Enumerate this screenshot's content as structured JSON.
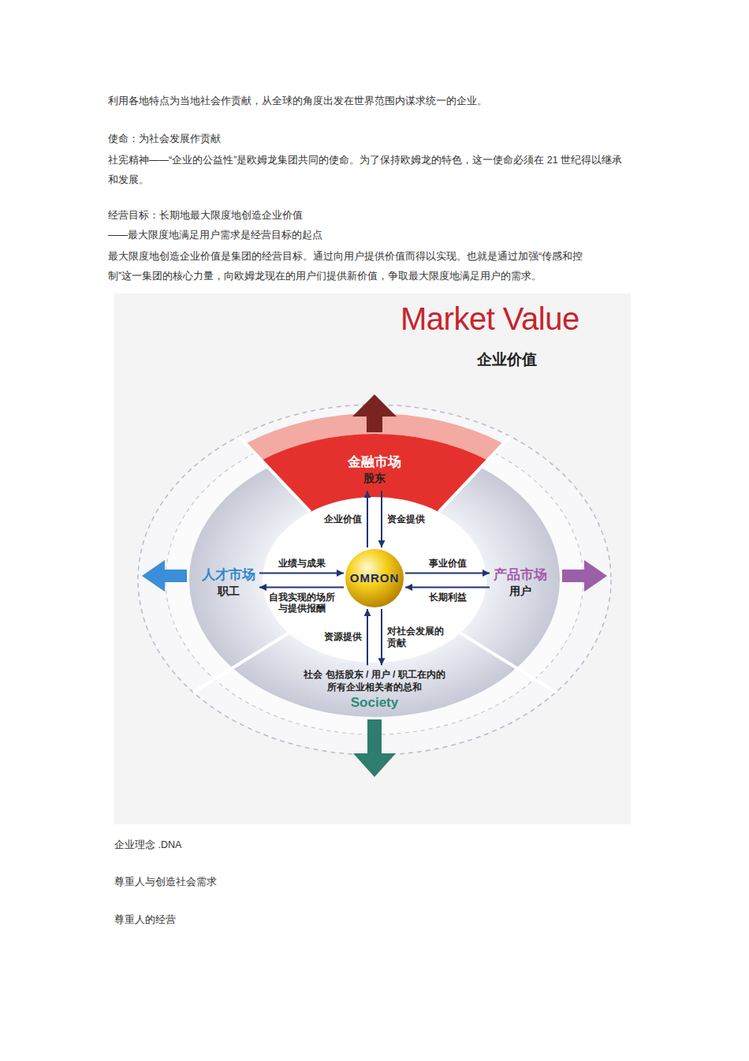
{
  "diagram": {
    "title": "Market Value",
    "nodes": [
      {
        "text": [
          "金融市场",
          "股东"
        ]
      },
      {
        "text": [
          "人才市场",
          "职工"
        ]
      },
      {
        "text": [
          "OMRON"
        ]
      },
      {
        "text": [
          "产品市场",
          "用户"
        ]
      },
      {
        "text": [
          "社会 包括股东 / 用户 / 职工在内的所有企业相关者的总和",
          "Society"
        ]
      }
    ],
    "edges": [
      {
        "from": 2,
        "to": 0,
        "label": "企业价值",
        "arrow": "to"
      },
      {
        "from": 0,
        "to": 2,
        "label": "资金提供",
        "arrow": "to"
      },
      {
        "from": 1,
        "to": 2,
        "label": "业绩与成果",
        "arrow": "to"
      },
      {
        "from": 2,
        "to": 1,
        "label": "自我实现的场所与提供报酬",
        "arrow": "to"
      },
      {
        "from": 2,
        "to": 3,
        "label": "事业价值",
        "arrow": "to"
      },
      {
        "from": 3,
        "to": 2,
        "label": "长期利益",
        "arrow": "to"
      },
      {
        "from": 4,
        "to": 2,
        "label": "资源提供",
        "arrow": "to"
      },
      {
        "from": 2,
        "to": 4,
        "label": "对社会发展的贡献",
        "arrow": "to"
      }
    ],
    "labels": [
      "利用各地特点为当地社会作贡献，从全球的角度出发在世界范围内谋求统一的企业。",
      "使命：为社会发展作贡献",
      "社宪精神——“企业的公益性”是欧姆龙集团共同的使命。为了保持欧姆龙的特色，这一使命必须在 21 世纪得以继承和发展。",
      "经营目标：长期地最大限度地创造企业价值",
      "——最大限度地满足用户需求是经营目标的起点",
      "最大限度地创造企业价值是集团的经营目标。通过向用户提供价值而得以实现。也就是通过加强“传感和控制”这一集团的核心力量，向欧姆龙现在的用户们提供新价值，争取最大限度地满足用户的需求。",
      "企业价值",
      "企业理念 .DNA",
      "尊重人与创造社会需求",
      "尊重人的经营"
    ]
  }
}
